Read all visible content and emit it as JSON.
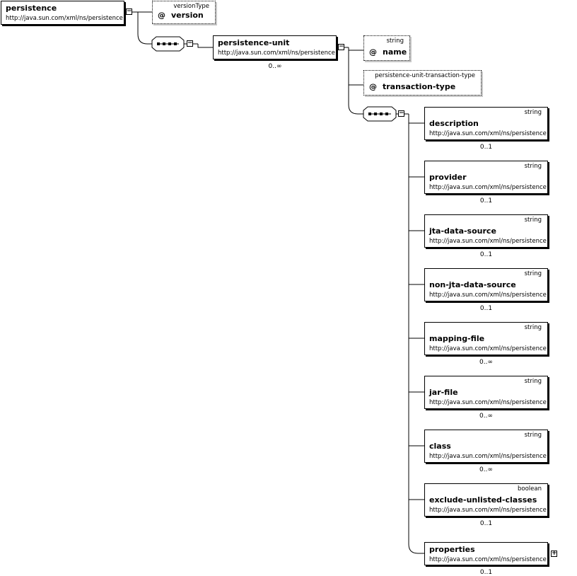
{
  "nodes": {
    "persistence": {
      "name": "persistence",
      "ns": "http://java.sun.com/xml/ns/persistence"
    },
    "persistence_unit": {
      "name": "persistence-unit",
      "ns": "http://java.sun.com/xml/ns/persistence",
      "card": "0..∞"
    }
  },
  "attributes": {
    "version": {
      "type": "versionType",
      "at": "@",
      "name": "version"
    },
    "name": {
      "type": "string",
      "at": "@",
      "name": "name"
    },
    "transaction_type": {
      "type": "persistence-unit-transaction-type",
      "at": "@",
      "name": "transaction-type"
    }
  },
  "toggles": {
    "collapse": "−",
    "expand": "+"
  },
  "children": [
    {
      "name": "description",
      "type": "string",
      "ns": "http://java.sun.com/xml/ns/persistence",
      "card": "0..1"
    },
    {
      "name": "provider",
      "type": "string",
      "ns": "http://java.sun.com/xml/ns/persistence",
      "card": "0..1"
    },
    {
      "name": "jta-data-source",
      "type": "string",
      "ns": "http://java.sun.com/xml/ns/persistence",
      "card": "0..1"
    },
    {
      "name": "non-jta-data-source",
      "type": "string",
      "ns": "http://java.sun.com/xml/ns/persistence",
      "card": "0..1"
    },
    {
      "name": "mapping-file",
      "type": "string",
      "ns": "http://java.sun.com/xml/ns/persistence",
      "card": "0..∞"
    },
    {
      "name": "jar-file",
      "type": "string",
      "ns": "http://java.sun.com/xml/ns/persistence",
      "card": "0..∞"
    },
    {
      "name": "class",
      "type": "string",
      "ns": "http://java.sun.com/xml/ns/persistence",
      "card": "0..∞"
    },
    {
      "name": "exclude-unlisted-classes",
      "type": "boolean",
      "ns": "http://java.sun.com/xml/ns/persistence",
      "card": "0..1"
    },
    {
      "name": "properties",
      "type": "",
      "ns": "http://java.sun.com/xml/ns/persistence",
      "card": "0..1"
    }
  ]
}
